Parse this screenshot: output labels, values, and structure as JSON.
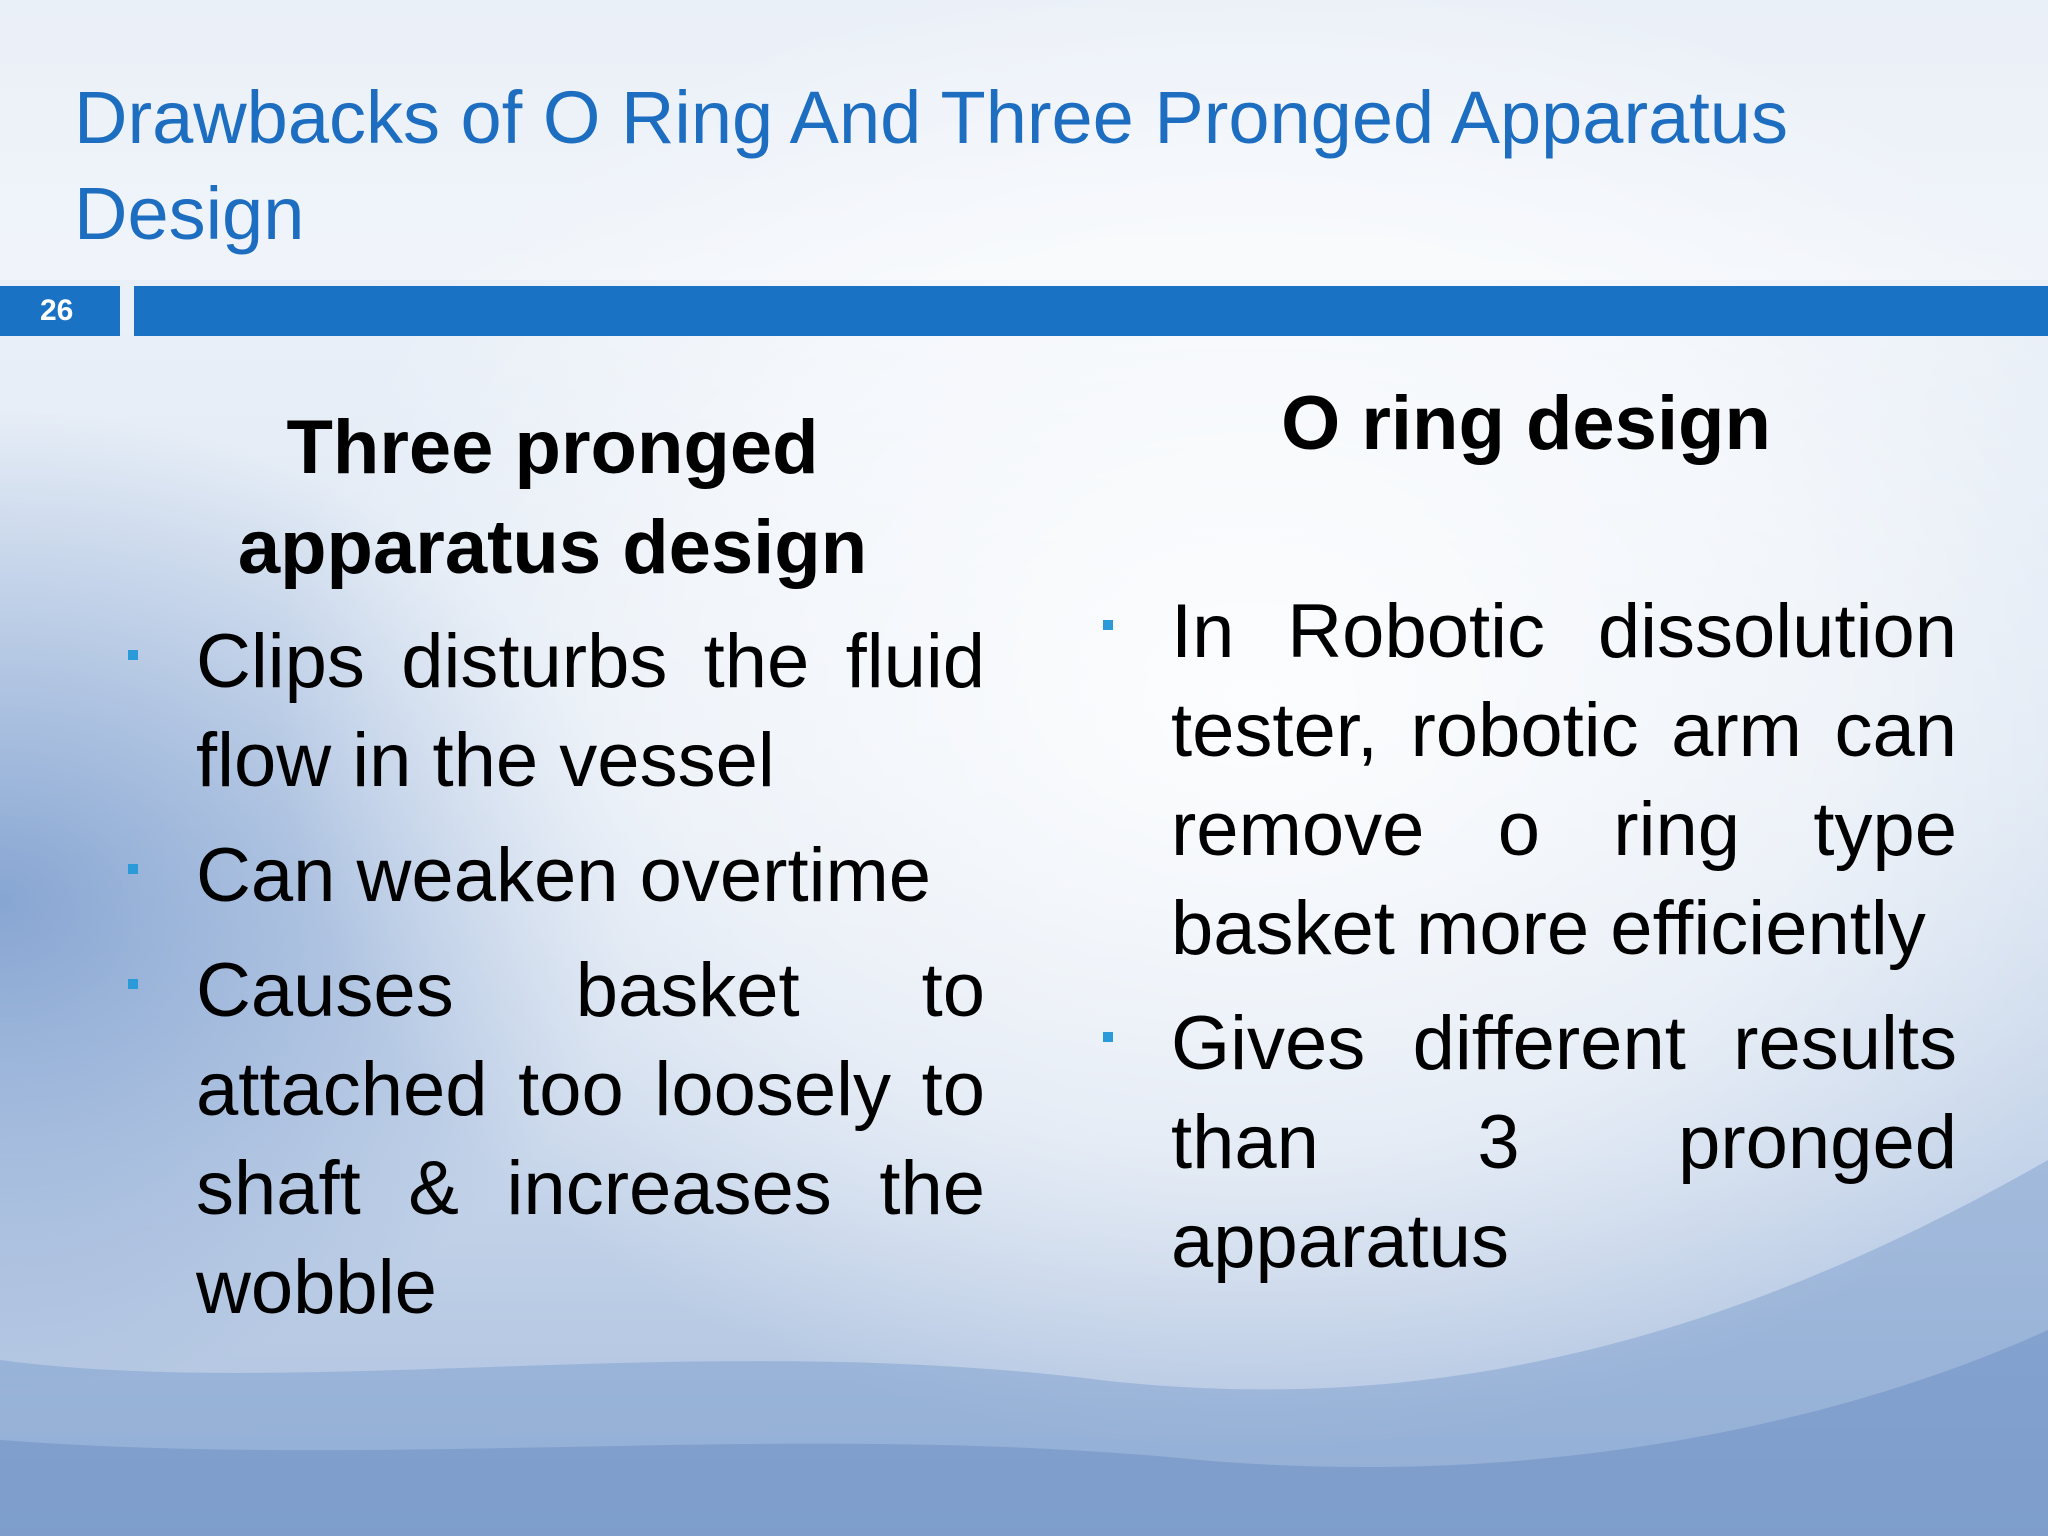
{
  "slide": {
    "title": "Drawbacks of O Ring And Three Pronged Apparatus Design",
    "number": "26",
    "accent_color": "#1a72c4",
    "title_color": "#1d6dc1",
    "bullet_color": "#2a9bd8"
  },
  "left_column": {
    "heading": "Three pronged apparatus design",
    "bullets": [
      "Clips disturbs the fluid flow in the vessel",
      "Can weaken overtime",
      "Causes basket to attached too loosely to shaft & increases the wobble"
    ]
  },
  "right_column": {
    "heading": "O ring design",
    "bullets": [
      "In Robotic dissolution tester, robotic arm can remove o ring type basket more efficiently",
      "Gives different results than 3 pronged apparatus"
    ]
  }
}
